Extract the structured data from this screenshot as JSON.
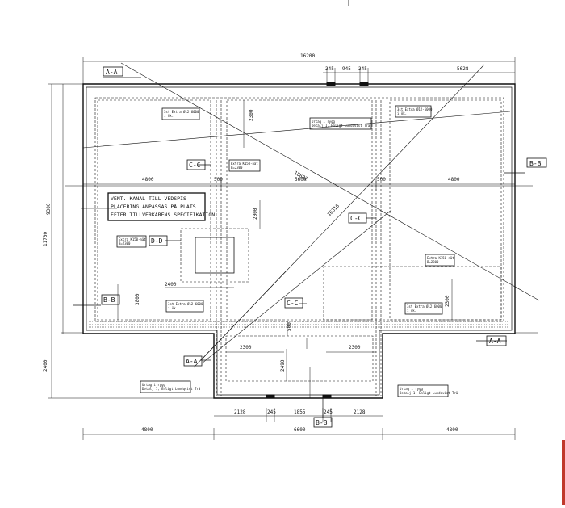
{
  "dimensions": {
    "top_total": "16200",
    "top_seg_a": "245",
    "top_seg_b": "945",
    "top_seg_c": "245",
    "top_seg_right": "5628",
    "left_height": "9300",
    "left_total": "11700",
    "left_bottom": "2400",
    "row_left": "4800",
    "row_col_a": "500",
    "row_mid": "5600",
    "row_col_b": "500",
    "row_right": "4800",
    "inner_height": "2300",
    "diag_a": "18682",
    "diag_b": "16316",
    "core_height": "2000",
    "core_width": "2400",
    "left_side": "3800",
    "right_side": "2300",
    "wing_left": "2300",
    "wing_right": "2300",
    "wing_mid_a": "500",
    "wing_mid_b": "2490",
    "bottom_a": "2128",
    "bottom_b": "245",
    "bottom_c": "1855",
    "bottom_d": "245",
    "bottom_e": "2128",
    "bottom_left": "4800",
    "bottom_mid": "6600",
    "bottom_right": "4800"
  },
  "sections": {
    "aa_top": "A-A",
    "bb_right": "B-B",
    "cc_left": "C-C",
    "cc_right": "C-C",
    "dd": "D-D",
    "bb_left": "B-B",
    "cc_mid": "C-C",
    "aa_bottom_left": "A-A",
    "aa_right": "A-A",
    "bb_bottom": "B-B"
  },
  "notes": {
    "tl_1": "3st Extra Ø12-6000",
    "tl_2": "i ök.",
    "tm_1": "Urtag i rygg",
    "tm_2": "Detalj 1, Enligt Lundqvist Trä",
    "tr_1": "3st Extra Ø12-6000",
    "tr_2": "i ök.",
    "mid_1": "Extra K150-nät",
    "mid_2": "B=2300",
    "left_1": "Extra K150-nät",
    "left_2": "B=2300",
    "right_1": "Extra K150-nät",
    "right_2": "B=2300",
    "bl_1": "3st Extra Ø12-6000",
    "bl_2": "i ök.",
    "br_1": "3st Extra Ø12-6000",
    "br_2": "i ök.",
    "bot_l_1": "Urtag i rygg",
    "bot_l_2": "Detalj 1, Enligt Lundqvist Trä",
    "bot_r_1": "Urtag i rygg",
    "bot_r_2": "Detalj 1, Enligt Lundqvist Trä"
  },
  "vent": {
    "line1": "VENT. KANAL TILL VEDSPIS",
    "line2": "PLACERING ANPASSAS PÅ PLATS",
    "line3": "EFTER TILLVERKARENS SPECIFIKATION"
  }
}
